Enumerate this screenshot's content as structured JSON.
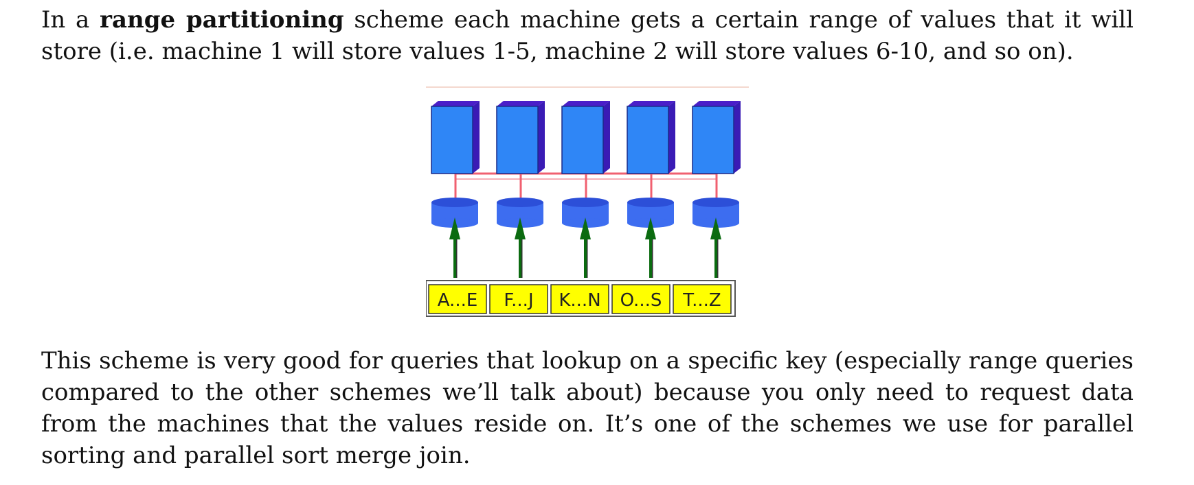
{
  "intro": {
    "prefix": "In a ",
    "bold_term": "range partitioning",
    "rest": " scheme each machine gets a certain range of values that it will store (i.e. machine 1 will store values 1-5, machine 2 will store values 6-10, and so on)."
  },
  "figure": {
    "ranges": [
      "A...E",
      "F...J",
      "K...N",
      "O...S",
      "T...Z"
    ],
    "colors": {
      "server_front": "#2f86f6",
      "server_side": "#3a1bb5",
      "server_top": "#4a1ec9",
      "disk": "#3d6df0",
      "network": "#f06070",
      "arrow": "#0b6b10",
      "label_bg": "#ffff00"
    }
  },
  "body_paragraph": "This scheme is very good for queries that lookup on a specific key (especially range queries compared to the other schemes we’ll talk about) because you only need to request data from the machines that the values reside on. It’s one of the schemes we use for parallel sorting and parallel sort merge join."
}
